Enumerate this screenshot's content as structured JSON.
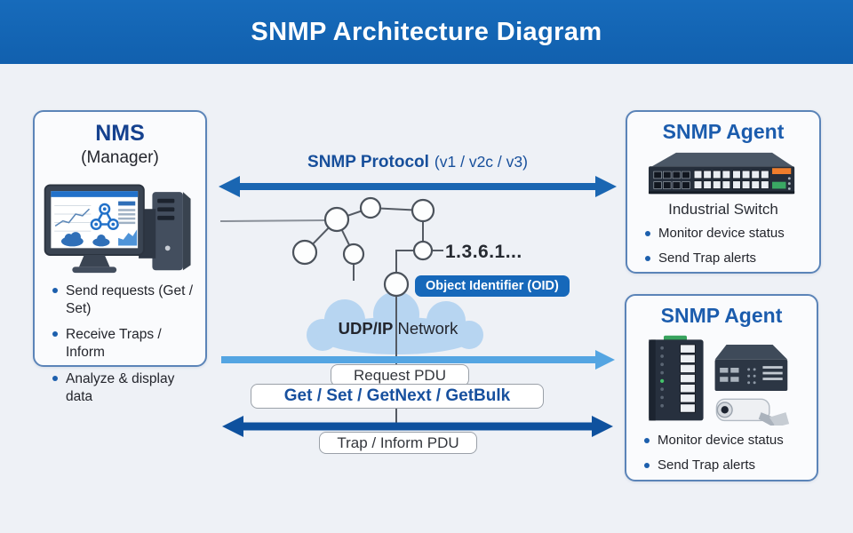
{
  "header": {
    "title": "SNMP Architecture Diagram"
  },
  "nms_box": {
    "title": "NMS",
    "subtitle": "(Manager)",
    "bullets": [
      "Send requests (Get / Set)",
      "Receive Traps / Inform",
      "Analyze & display data"
    ]
  },
  "protocol_arrow": {
    "label": "SNMP Protocol",
    "versions": "(v1 / v2c / v3)"
  },
  "mib_tree": {
    "oid_value": "1.3.6.1...",
    "oid_badge_label": "Object Identifier (OID)"
  },
  "network_cloud": {
    "label_bold": "UDP/IP",
    "label_regular": "Network"
  },
  "pdu_flow": {
    "request_label": "Request PDU",
    "operations_label": "Get / Set / GetNext / GetBulk",
    "trap_label": "Trap / Inform PDU"
  },
  "agent_top_box": {
    "title": "SNMP Agent",
    "device_label": "Industrial Switch",
    "bullets": [
      "Monitor device status",
      "Send Trap alerts"
    ]
  },
  "agent_bottom_box": {
    "title": "SNMP Agent",
    "bullets": [
      "Monitor device status",
      "Send Trap alerts"
    ]
  },
  "colors": {
    "header_bg": "#1463b2",
    "page_bg": "#eef1f6",
    "box_border": "#5b84b8",
    "box_bg": "#fafbfd",
    "protocol_arrow": "#1a66b2",
    "request_arrow": "#54a5e2",
    "trap_arrow": "#0e519e",
    "oid_badge_bg": "#1668ba",
    "cloud_fill": "#b7d5f1",
    "agent_title_blue": "#1b5cad",
    "nms_title_blue": "#15418f",
    "operations_text": "#17509e",
    "body_text": "#23252c"
  }
}
